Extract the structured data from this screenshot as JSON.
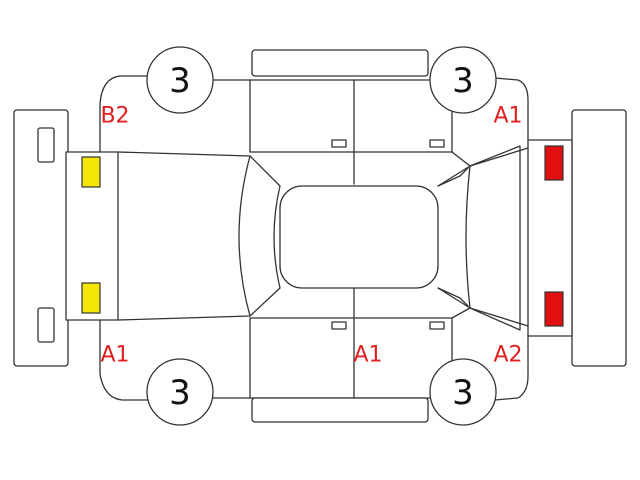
{
  "tires": {
    "front_left": "3",
    "front_right": "3",
    "rear_left": "3",
    "rear_right": "3"
  },
  "damage_codes": {
    "rear_left_corner": "B2",
    "front_left_corner": "A1",
    "rear_right_corner": "A1",
    "right_door": "A1",
    "front_right_corner": "A2"
  },
  "colors": {
    "code_text": "#e02020",
    "rear_lamp": "#f4e600",
    "front_lamp": "#e01010",
    "outline": "#333333"
  }
}
